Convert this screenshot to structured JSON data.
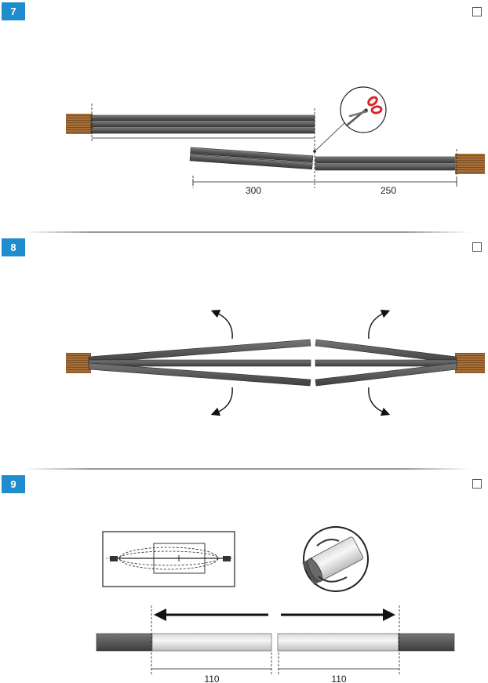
{
  "steps": [
    {
      "number": "7"
    },
    {
      "number": "8"
    },
    {
      "number": "9"
    }
  ],
  "step7": {
    "dim_left": "300",
    "dim_right": "250"
  },
  "step9": {
    "dim_left": "110",
    "dim_right": "110"
  },
  "icons": [
    "scissors-icon",
    "checkbox-icon",
    "rotate-arrow-icon",
    "tape-wrap-icon"
  ],
  "colors": {
    "badge": "#1f8ccd",
    "conductor": "#5b5b5b",
    "copper": "#a9703a",
    "scissors": "#d8262c"
  }
}
